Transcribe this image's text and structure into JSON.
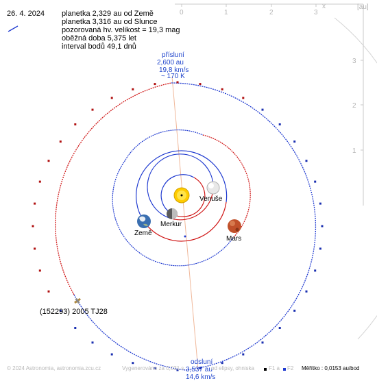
{
  "header": {
    "date": "26. 4. 2024",
    "info_lines": [
      "planetka 2,329 au od Země",
      "planetka 3,316 au od Slunce",
      "pozorovaná hv. velikost = 19,3 mag",
      "oběžná doba 5,375 let",
      "interval bodů 49,1 dnů"
    ]
  },
  "perihelion": {
    "title": "přísluní",
    "distance": "2,600 au",
    "speed": "19,8 km/s",
    "temp": "~ 170 K"
  },
  "aphelion": {
    "title": "odsluní",
    "distance": "3,537 au",
    "speed": "14,6 km/s"
  },
  "planets": [
    {
      "name": "Venuše",
      "color": "#e6e6e6"
    },
    {
      "name": "Merkur",
      "color": "#555555"
    },
    {
      "name": "Země",
      "color": "#3a6fb0"
    },
    {
      "name": "Mars",
      "color": "#c0502a"
    }
  ],
  "asteroid": {
    "name": "(152293) 2005 TJ28"
  },
  "axes": {
    "unit": "[au]",
    "x_label": "x",
    "x_ticks": [
      "0",
      "1",
      "2",
      "3"
    ],
    "y_ticks": [
      "1",
      "2",
      "3"
    ]
  },
  "footer": {
    "credit": "© 2024 Astronomia, astronomia.zcu.cz",
    "generated": "Vygenerováno za 0,031 s",
    "ellipse": "od elipsy, ohniska",
    "f1": "F1 a",
    "f2": "F2",
    "scale": "Měřítko : 0,0153 au/bod"
  },
  "colors": {
    "orbit_blue": "#1f3ad0",
    "orbit_red": "#d01818",
    "axis_gray": "#c8c8c8",
    "apsis_line": "#f0b89a",
    "sun": "#ffcc00"
  }
}
